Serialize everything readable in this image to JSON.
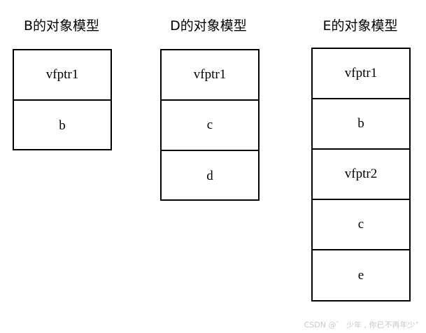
{
  "models": [
    {
      "title": "B的对象模型",
      "cells": [
        "vfptr1",
        "b"
      ]
    },
    {
      "title": "D的对象模型",
      "cells": [
        "vfptr1",
        "c",
        "d"
      ]
    },
    {
      "title": "E的对象模型",
      "cells": [
        "vfptr1",
        "b",
        "vfptr2",
        "c",
        "e"
      ]
    }
  ],
  "watermark": "CSDN @゛ 少年 , 你已不再年少°"
}
